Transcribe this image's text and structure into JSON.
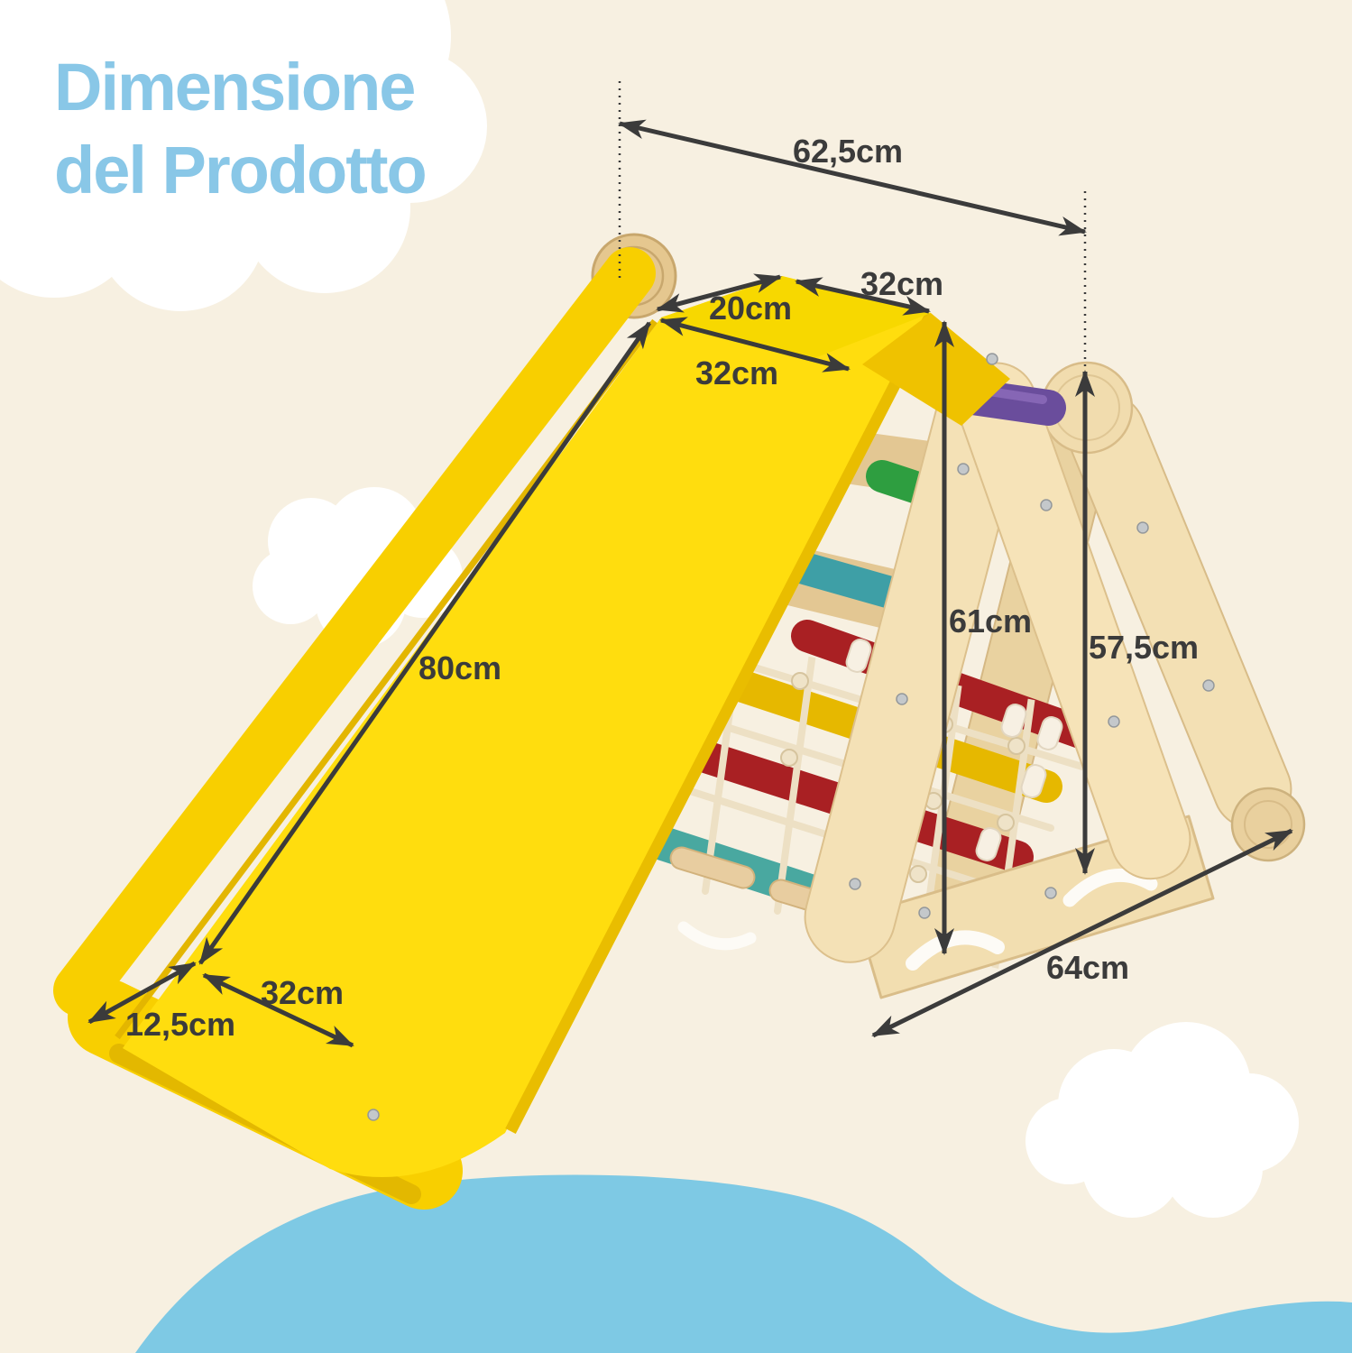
{
  "title": {
    "line1": "Dimensione",
    "line2": "del Prodotto"
  },
  "annotations": {
    "top_span": "62,5cm",
    "platform_depth": "32cm",
    "platform_width": "20cm",
    "slide_top_width": "32cm",
    "slide_length": "80cm",
    "front_height": "61cm",
    "rear_height": "57,5cm",
    "base_depth": "64cm",
    "slide_bottom_width": "32cm",
    "slide_foot_depth": "12,5cm"
  },
  "colors": {
    "background": "#F7F0E1",
    "cloud_white": "#FFFFFF",
    "cloud_blue": "#7EC9E4",
    "title_blue": "#89C7E7",
    "annotation_dark": "#3B3B3B",
    "slide_yellow": "#FFDD0E",
    "slide_rail_yellow": "#F8CF00",
    "slide_shade_yellow": "#E9BD00",
    "wood_light": "#F4E1B6",
    "wood_mid": "#E9D2A0",
    "wood_shade": "#E3C793",
    "rung_purple": "#6A4D9C",
    "rung_green": "#2E9E40",
    "rung_teal": "#3E9FA6",
    "rung_red": "#A92023",
    "rung_yellow": "#E6B800",
    "rung_teal_bottom": "#49A8A0",
    "rope_beige": "#EDE0C4"
  }
}
